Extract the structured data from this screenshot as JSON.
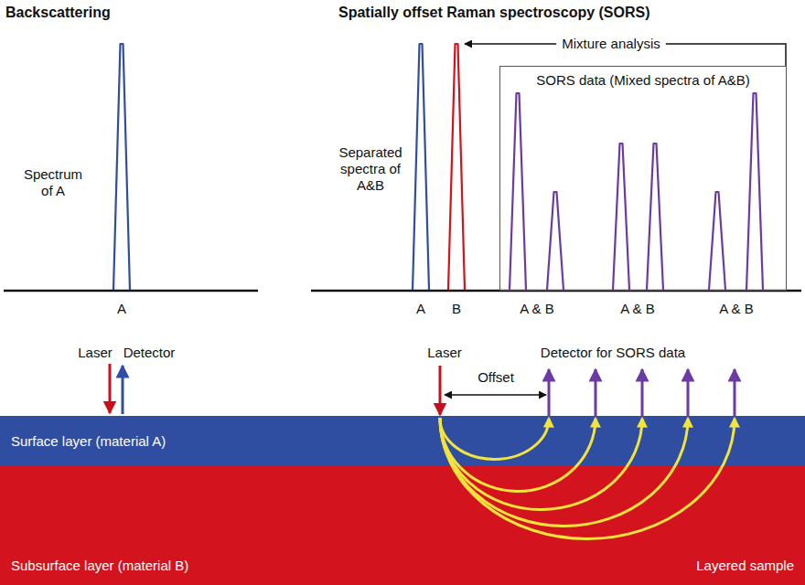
{
  "diagram": {
    "nodes": [
      {
        "text": [
          "SORS data (Mixed spectra of A&B)"
        ]
      },
      {
        "text": [
          "Surface layer (material A)"
        ]
      },
      {
        "text": [
          "Subsurface layer (material B)",
          "Layered sample"
        ]
      }
    ],
    "labels": [
      "Backscattering",
      "Spatially offset Raman spectroscopy (SORS)",
      "Spectrum of A",
      "A",
      "Separated spectra of A&B",
      "Mixture analysis",
      "A",
      "B",
      "A & B",
      "A & B",
      "A & B",
      "Laser",
      "Detector",
      "Laser",
      "Offset",
      "Detector for SORS data"
    ]
  }
}
